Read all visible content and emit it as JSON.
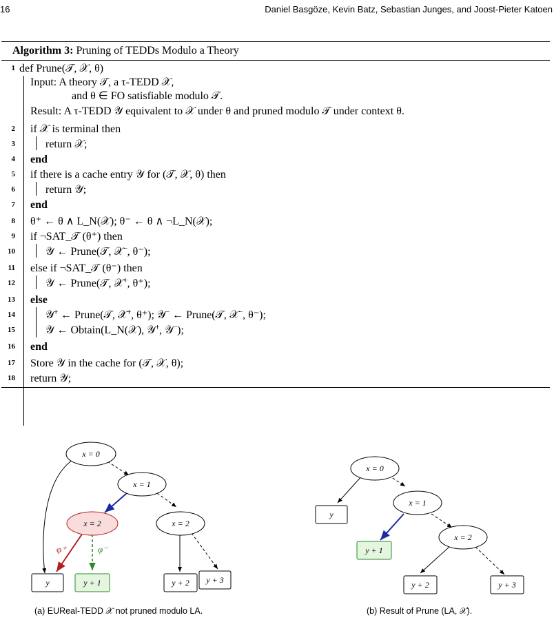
{
  "header": {
    "page_number": "16",
    "authors": "Daniel Basgöze, Kevin Batz, Sebastian Junges, and Joost-Pieter Katoen"
  },
  "algorithm": {
    "label": "Algorithm 3:",
    "title": "Pruning of TEDDs Modulo a Theory",
    "lines": [
      {
        "no": "1",
        "text": "def Prune(𝒯, 𝒳, θ)"
      },
      {
        "no": "",
        "text": "Input: A theory 𝒯, a τ-TEDD 𝒳,"
      },
      {
        "no": "",
        "text": "and θ ∈ FO satisfiable modulo 𝒯."
      },
      {
        "no": "",
        "text": "Result: A τ-TEDD 𝒴 equivalent to 𝒳 under θ and pruned modulo 𝒯 under context θ."
      },
      {
        "no": "2",
        "text": "if 𝒳 is terminal then"
      },
      {
        "no": "3",
        "text": "return 𝒳;"
      },
      {
        "no": "4",
        "text": "end"
      },
      {
        "no": "5",
        "text": "if there is a cache entry 𝒴 for (𝒯, 𝒳, θ) then"
      },
      {
        "no": "6",
        "text": "return 𝒴;"
      },
      {
        "no": "7",
        "text": "end"
      },
      {
        "no": "8",
        "text": "θ⁺ ← θ ∧ L_N(𝒳); θ⁻ ← θ ∧ ¬L_N(𝒳);"
      },
      {
        "no": "9",
        "text": "if ¬SAT_𝒯 (θ⁺) then"
      },
      {
        "no": "10",
        "text": "𝒴 ← Prune(𝒯, 𝒳⁻, θ⁻);"
      },
      {
        "no": "11",
        "text": "else if ¬SAT_𝒯 (θ⁻) then"
      },
      {
        "no": "12",
        "text": "𝒴 ← Prune(𝒯, 𝒳⁺, θ⁺);"
      },
      {
        "no": "13",
        "text": "else"
      },
      {
        "no": "14",
        "text": "𝒴⁺ ← Prune(𝒯, 𝒳⁺, θ⁺);    𝒴⁻ ← Prune(𝒯, 𝒳⁻, θ⁻);"
      },
      {
        "no": "15",
        "text": "𝒴 ← Obtain(L_N(𝒳), 𝒴⁺, 𝒴⁻);"
      },
      {
        "no": "16",
        "text": "end"
      },
      {
        "no": "17",
        "text": "Store 𝒴 in the cache for (𝒯, 𝒳, θ);"
      },
      {
        "no": "18",
        "text": "return 𝒴;"
      }
    ]
  },
  "figure_a": {
    "caption": "(a) EUReal-TEDD 𝒳 not pruned modulo LA.",
    "nodes": [
      "x = 0",
      "x = 1",
      "x = 2",
      "x = 2",
      "y",
      "y + 1",
      "y + 2",
      "y + 3"
    ],
    "edge_labels": [
      "φ⁺",
      "φ⁻"
    ]
  },
  "figure_b": {
    "caption": "(b) Result of Prune (LA, 𝒳).",
    "nodes": [
      "x = 0",
      "y",
      "x = 1",
      "y + 1",
      "x = 2",
      "y + 2",
      "y + 3"
    ]
  },
  "colors": {
    "red": "#b01e1e",
    "blue": "#1a2aa0",
    "green": "#2a8a2a",
    "red_fill": "#f9dcdc",
    "green_fill": "#e4f5e0"
  }
}
